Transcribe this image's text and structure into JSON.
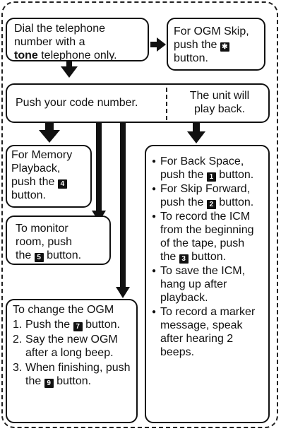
{
  "steps": {
    "dial": {
      "line1": "Dial the telephone",
      "line2": "number with a",
      "line3_bold": "tone",
      "line3_rest": " telephone only."
    },
    "ogm_skip": {
      "line1": "For OGM Skip,",
      "line2": "push the",
      "key": "✱",
      "line3": "button."
    },
    "code": {
      "text": "Push your code number."
    },
    "playback": {
      "line1": "The unit will",
      "line2": "play back."
    },
    "memory": {
      "line1": "For Memory",
      "line2": "Playback,",
      "line3": "push the",
      "key": "4",
      "line4": "button."
    },
    "monitor": {
      "line1": "To monitor",
      "line2": "room, push",
      "line3_pre": "the",
      "key": "5",
      "line3_post": "button."
    },
    "change_ogm": {
      "title": "To change the OGM",
      "items": [
        {
          "num": "1.",
          "pre": "Push the",
          "key": "7",
          "post": "button."
        },
        {
          "num": "2.",
          "text": "Say the new OGM after a long beep."
        },
        {
          "num": "3.",
          "pre": "When finishing, push the",
          "key": "9",
          "post": "button."
        }
      ]
    },
    "options": [
      {
        "pre": "For Back Space, push the",
        "key": "1",
        "post": "button."
      },
      {
        "pre": "For Skip Forward, push the",
        "key": "2",
        "post": "button."
      },
      {
        "pre": "To record the ICM from the beginning of the tape, push the",
        "key": "3",
        "post": "button."
      },
      {
        "text": "To save the ICM, hang up after playback."
      },
      {
        "text": "To record a marker message, speak after hearing 2 beeps."
      }
    ]
  }
}
